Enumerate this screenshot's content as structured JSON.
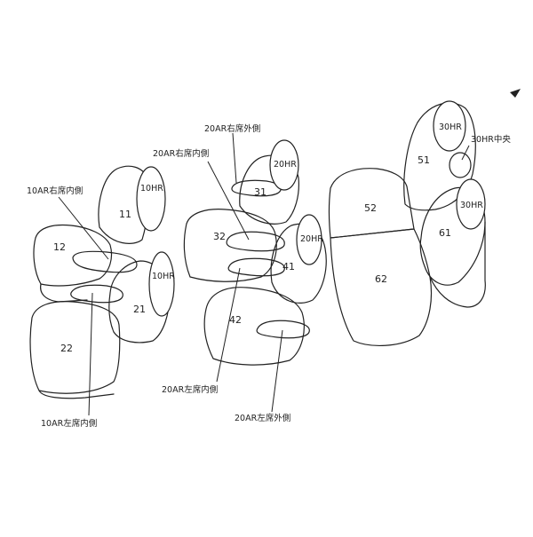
{
  "seat_numbers": {
    "s11": "11",
    "s12": "12",
    "s21": "21",
    "s22": "22",
    "s31": "31",
    "s32": "32",
    "s41": "41",
    "s42": "42",
    "s51": "51",
    "s52": "52",
    "s61": "61",
    "s62": "62"
  },
  "headrests": {
    "hr10_top": "10HR",
    "hr10_bottom": "10HR",
    "hr20_top": "20HR",
    "hr20_bottom": "20HR",
    "hr30_top": "30HR",
    "hr30_bottom": "30HR"
  },
  "callouts": {
    "ar10_right_inner": "10AR右席内側",
    "ar10_left_inner": "10AR左席内側",
    "ar20_right_outer": "20AR右席外側",
    "ar20_right_inner": "20AR右席内側",
    "ar20_left_inner": "20AR左席内側",
    "ar20_left_outer": "20AR左席外側",
    "hr30_center": "30HR中央"
  },
  "colors": {
    "line": "#222222",
    "background": "#ffffff"
  }
}
